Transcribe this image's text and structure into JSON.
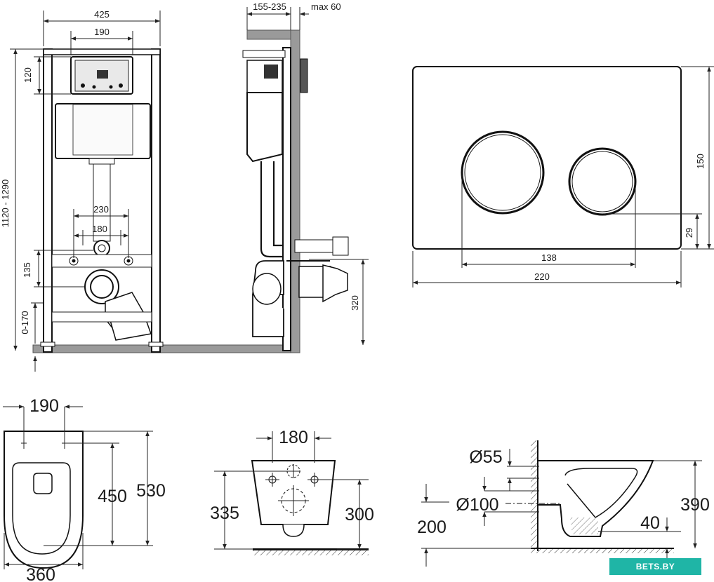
{
  "frame_front": {
    "width": "425",
    "plate_width": "190",
    "plate_height": "120",
    "height_range": "1120 - 1290",
    "pipe_spacing": "230",
    "bolt_spacing": "180",
    "outlet_height": "135",
    "foot_adjust": "0-170"
  },
  "frame_side": {
    "depth": "155-235",
    "max_offset": "max 60",
    "outlet_floor_height": "320"
  },
  "flush_plate": {
    "width": "220",
    "button_spacing": "138",
    "height": "150",
    "button_offset": "29"
  },
  "bowl_top": {
    "hole_spacing": "190",
    "length_inner": "450",
    "length": "530",
    "width": "360"
  },
  "bowl_front": {
    "bolt_spacing": "180",
    "height_left": "335",
    "height_right": "300"
  },
  "bowl_side": {
    "inlet_diameter": "Ø55",
    "outlet_diameter": "Ø100",
    "outlet_height": "200",
    "water_depth": "40",
    "height": "390"
  },
  "watermark": {
    "text": "BETS.BY"
  }
}
